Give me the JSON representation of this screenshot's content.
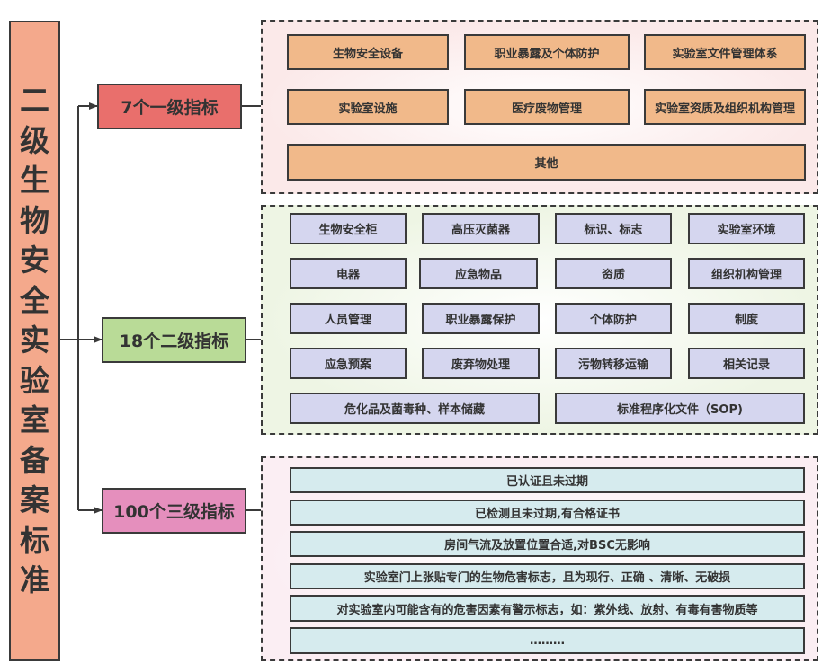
{
  "title": {
    "text": "二级生物安全实验室备案标准",
    "chars": [
      "二",
      "级",
      "生",
      "物",
      "安",
      "全",
      "实",
      "验",
      "室",
      "备",
      "案",
      "标",
      "准"
    ]
  },
  "levels": [
    {
      "label": "7个一级指标",
      "color": "#e96f6c",
      "group_bg": "#fbe9e9",
      "items": [
        [
          "生物安全设备",
          "职业暴露及个体防护",
          "实验室文件管理体系"
        ],
        [
          "实验室设施",
          "医疗废物管理",
          "实验室资质及组织机构管理"
        ],
        [
          "其他"
        ]
      ]
    },
    {
      "label": "18个二级指标",
      "color": "#b9db97",
      "group_bg": "#eef5e4",
      "items": [
        [
          "生物安全柜",
          "高压灭菌器",
          "标识、标志",
          "实验室环境"
        ],
        [
          "电器",
          "应急物品",
          "资质",
          "组织机构管理"
        ],
        [
          "人员管理",
          "职业暴露保护",
          "个体防护",
          "制度"
        ],
        [
          "应急预案",
          "废弃物处理",
          "污物转移运输",
          "相关记录"
        ],
        [
          "危化品及菌毒种、样本储藏",
          "标准程序化文件（SOP)"
        ]
      ]
    },
    {
      "label": "100个三级指标",
      "color": "#e58fbd",
      "group_bg": "#fbeef3",
      "items": [
        "已认证且未过期",
        "已检测且未过期,有合格证书",
        "房间气流及放置位置合适,对BSC无影响",
        "实验室门上张贴专门的生物危害标志，且为现行、正确 、清晰、无破损",
        "对实验室内可能含有的危害因素有警示标志，如：紫外线、放射、有毒有害物质等",
        "………"
      ]
    }
  ]
}
